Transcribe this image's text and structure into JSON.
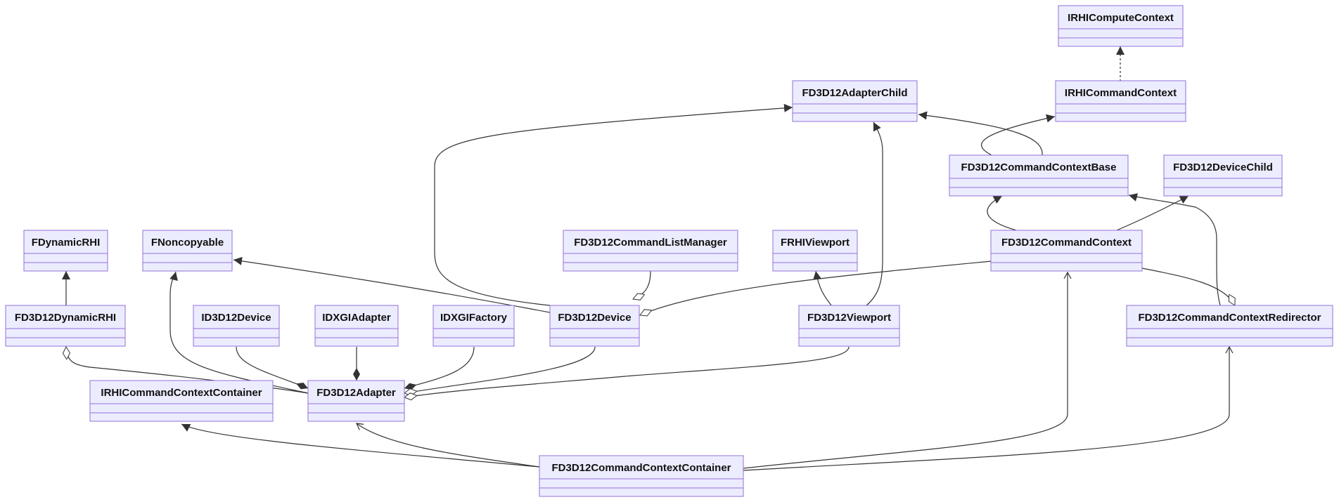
{
  "diagram": {
    "classes": [
      {
        "id": "IRHIComputeContext",
        "label": "IRHIComputeContext"
      },
      {
        "id": "FD3D12AdapterChild",
        "label": "FD3D12AdapterChild"
      },
      {
        "id": "IRHICommandContext",
        "label": "IRHICommandContext"
      },
      {
        "id": "FD3D12CommandContextBase",
        "label": "FD3D12CommandContextBase"
      },
      {
        "id": "FD3D12DeviceChild",
        "label": "FD3D12DeviceChild"
      },
      {
        "id": "FDynamicRHI",
        "label": "FDynamicRHI"
      },
      {
        "id": "FNoncopyable",
        "label": "FNoncopyable"
      },
      {
        "id": "FD3D12CommandListManager",
        "label": "FD3D12CommandListManager"
      },
      {
        "id": "FRHIViewport",
        "label": "FRHIViewport"
      },
      {
        "id": "FD3D12CommandContext",
        "label": "FD3D12CommandContext"
      },
      {
        "id": "FD3D12DynamicRHI",
        "label": "FD3D12DynamicRHI"
      },
      {
        "id": "ID3D12Device",
        "label": "ID3D12Device"
      },
      {
        "id": "IDXGIAdapter",
        "label": "IDXGIAdapter"
      },
      {
        "id": "IDXGIFactory",
        "label": "IDXGIFactory"
      },
      {
        "id": "FD3D12Device",
        "label": "FD3D12Device"
      },
      {
        "id": "FD3D12Viewport",
        "label": "FD3D12Viewport"
      },
      {
        "id": "FD3D12CommandContextRedirector",
        "label": "FD3D12CommandContextRedirector"
      },
      {
        "id": "IRHICommandContextContainer",
        "label": "IRHICommandContextContainer"
      },
      {
        "id": "FD3D12Adapter",
        "label": "FD3D12Adapter"
      },
      {
        "id": "FD3D12CommandContextContainer",
        "label": "FD3D12CommandContextContainer"
      }
    ],
    "relations": [
      {
        "from": "IRHICommandContext",
        "to": "IRHIComputeContext",
        "type": "realization"
      },
      {
        "from": "FD3D12CommandContextBase",
        "to": "IRHICommandContext",
        "type": "inheritance"
      },
      {
        "from": "FD3D12CommandContextBase",
        "to": "FD3D12AdapterChild",
        "type": "inheritance"
      },
      {
        "from": "FD3D12Device",
        "to": "FD3D12AdapterChild",
        "type": "inheritance"
      },
      {
        "from": "FD3D12Viewport",
        "to": "FD3D12AdapterChild",
        "type": "inheritance"
      },
      {
        "from": "FD3D12CommandContext",
        "to": "FD3D12CommandContextBase",
        "type": "inheritance"
      },
      {
        "from": "FD3D12CommandContext",
        "to": "FD3D12DeviceChild",
        "type": "inheritance"
      },
      {
        "from": "FD3D12CommandContextRedirector",
        "to": "FD3D12CommandContextBase",
        "type": "inheritance"
      },
      {
        "from": "FD3D12DynamicRHI",
        "to": "FDynamicRHI",
        "type": "inheritance"
      },
      {
        "from": "FD3D12Device",
        "to": "FNoncopyable",
        "type": "inheritance"
      },
      {
        "from": "FD3D12Adapter",
        "to": "FNoncopyable",
        "type": "inheritance"
      },
      {
        "from": "FD3D12Viewport",
        "to": "FRHIViewport",
        "type": "inheritance"
      },
      {
        "from": "FD3D12CommandListManager",
        "to": "FD3D12Device",
        "type": "aggregation"
      },
      {
        "from": "FD3D12CommandContext",
        "to": "FD3D12Device",
        "type": "aggregation"
      },
      {
        "from": "FD3D12CommandContext",
        "to": "FD3D12CommandContextRedirector",
        "type": "aggregation"
      },
      {
        "from": "FD3D12Adapter",
        "to": "FD3D12DynamicRHI",
        "type": "aggregation"
      },
      {
        "from": "ID3D12Device",
        "to": "FD3D12Adapter",
        "type": "composition"
      },
      {
        "from": "IDXGIAdapter",
        "to": "FD3D12Adapter",
        "type": "composition"
      },
      {
        "from": "IDXGIFactory",
        "to": "FD3D12Adapter",
        "type": "composition"
      },
      {
        "from": "FD3D12Device",
        "to": "FD3D12Adapter",
        "type": "aggregation"
      },
      {
        "from": "FD3D12Viewport",
        "to": "FD3D12Adapter",
        "type": "aggregation"
      },
      {
        "from": "FD3D12CommandContextContainer",
        "to": "IRHICommandContextContainer",
        "type": "inheritance"
      },
      {
        "from": "FD3D12CommandContextContainer",
        "to": "FD3D12Adapter",
        "type": "association"
      },
      {
        "from": "FD3D12CommandContextContainer",
        "to": "FD3D12CommandContext",
        "type": "association"
      },
      {
        "from": "FD3D12CommandContextContainer",
        "to": "FD3D12CommandContextRedirector",
        "type": "association"
      }
    ]
  },
  "colors": {
    "box_fill": "#ECECFF",
    "box_stroke": "#9370DB",
    "edge": "#333333",
    "text": "#111111"
  }
}
